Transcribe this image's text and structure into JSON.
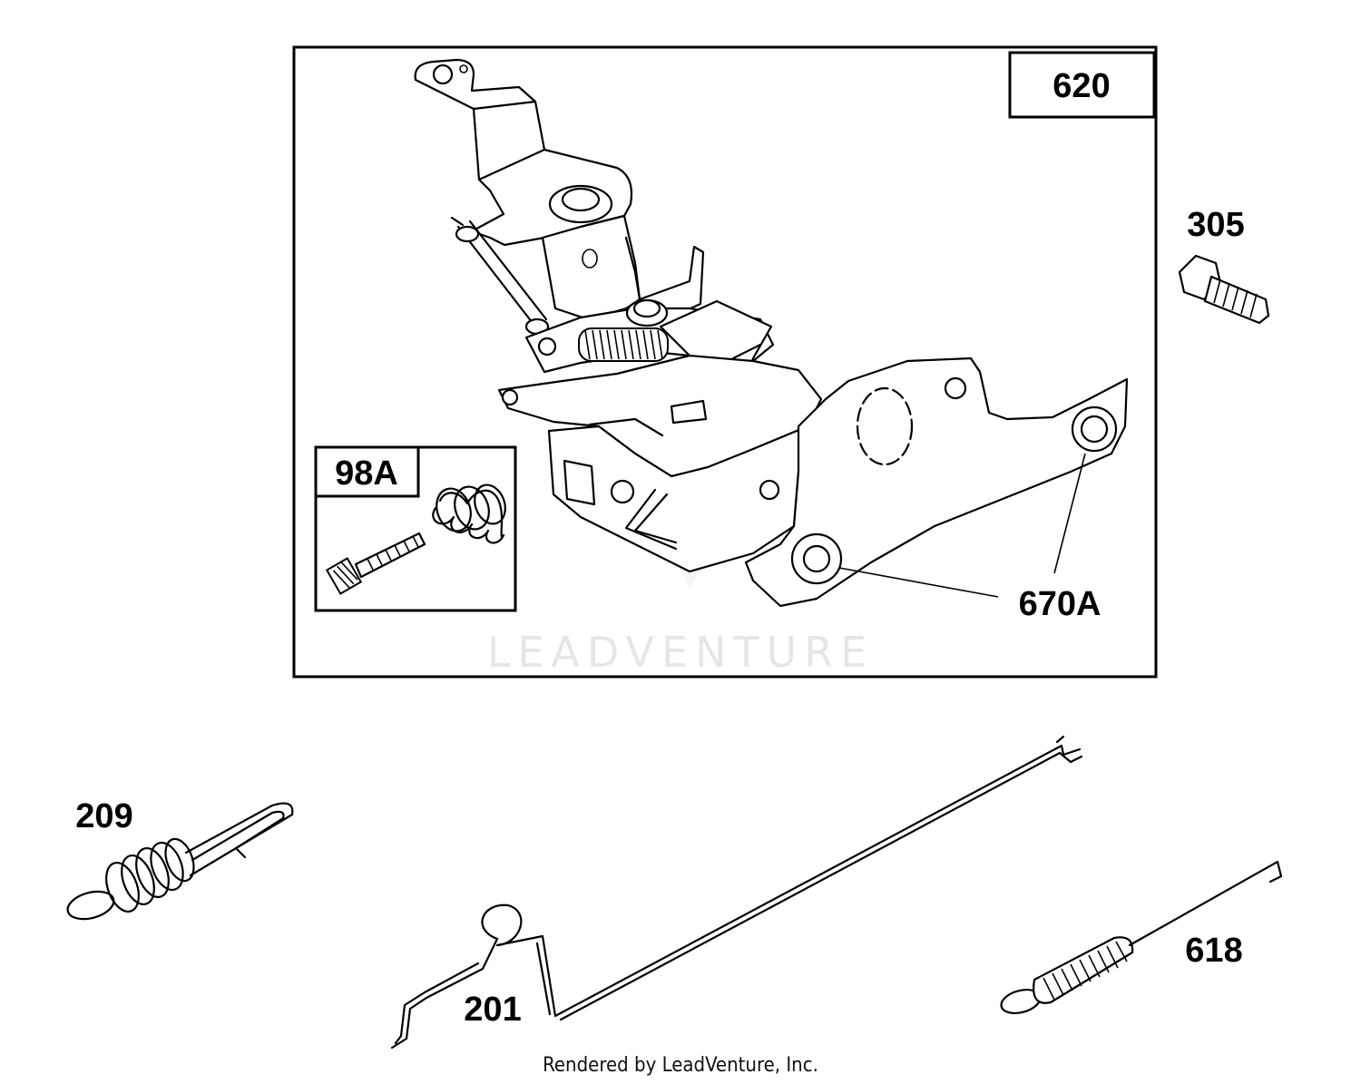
{
  "callouts": {
    "p620": "620",
    "p305": "305",
    "p98a": "98A",
    "p670a": "670A",
    "p209": "209",
    "p201": "201",
    "p618": "618"
  },
  "watermark": "LEADVENTURE",
  "footer": "Rendered by LeadVenture, Inc."
}
